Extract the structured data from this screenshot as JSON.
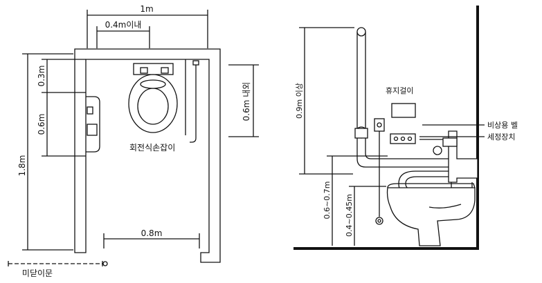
{
  "plan": {
    "dims": {
      "width_total": "1m",
      "grab_offset": "0.4m이내",
      "dim_03": "0.3m",
      "dim_06_left": "0.6m",
      "depth_total": "1.8m",
      "door_width": "0.8m",
      "dim_06_right": "0.6m 내외"
    },
    "labels": {
      "rotating_handle": "회전식손잡이",
      "door_caption": "미닫이문"
    }
  },
  "elevation": {
    "dims": {
      "over_09": "0.9m 이상",
      "rail_height": "0.6~0.7m",
      "seat_height": "0.4~0.45m"
    },
    "labels": {
      "paper_holder": "휴지걸이",
      "emergency_bell": "비상용 벨",
      "flush_device": "세정장치"
    }
  },
  "colors": {
    "line": "#111111",
    "fill_white": "#ffffff",
    "wall_fill": "#ffffff"
  }
}
